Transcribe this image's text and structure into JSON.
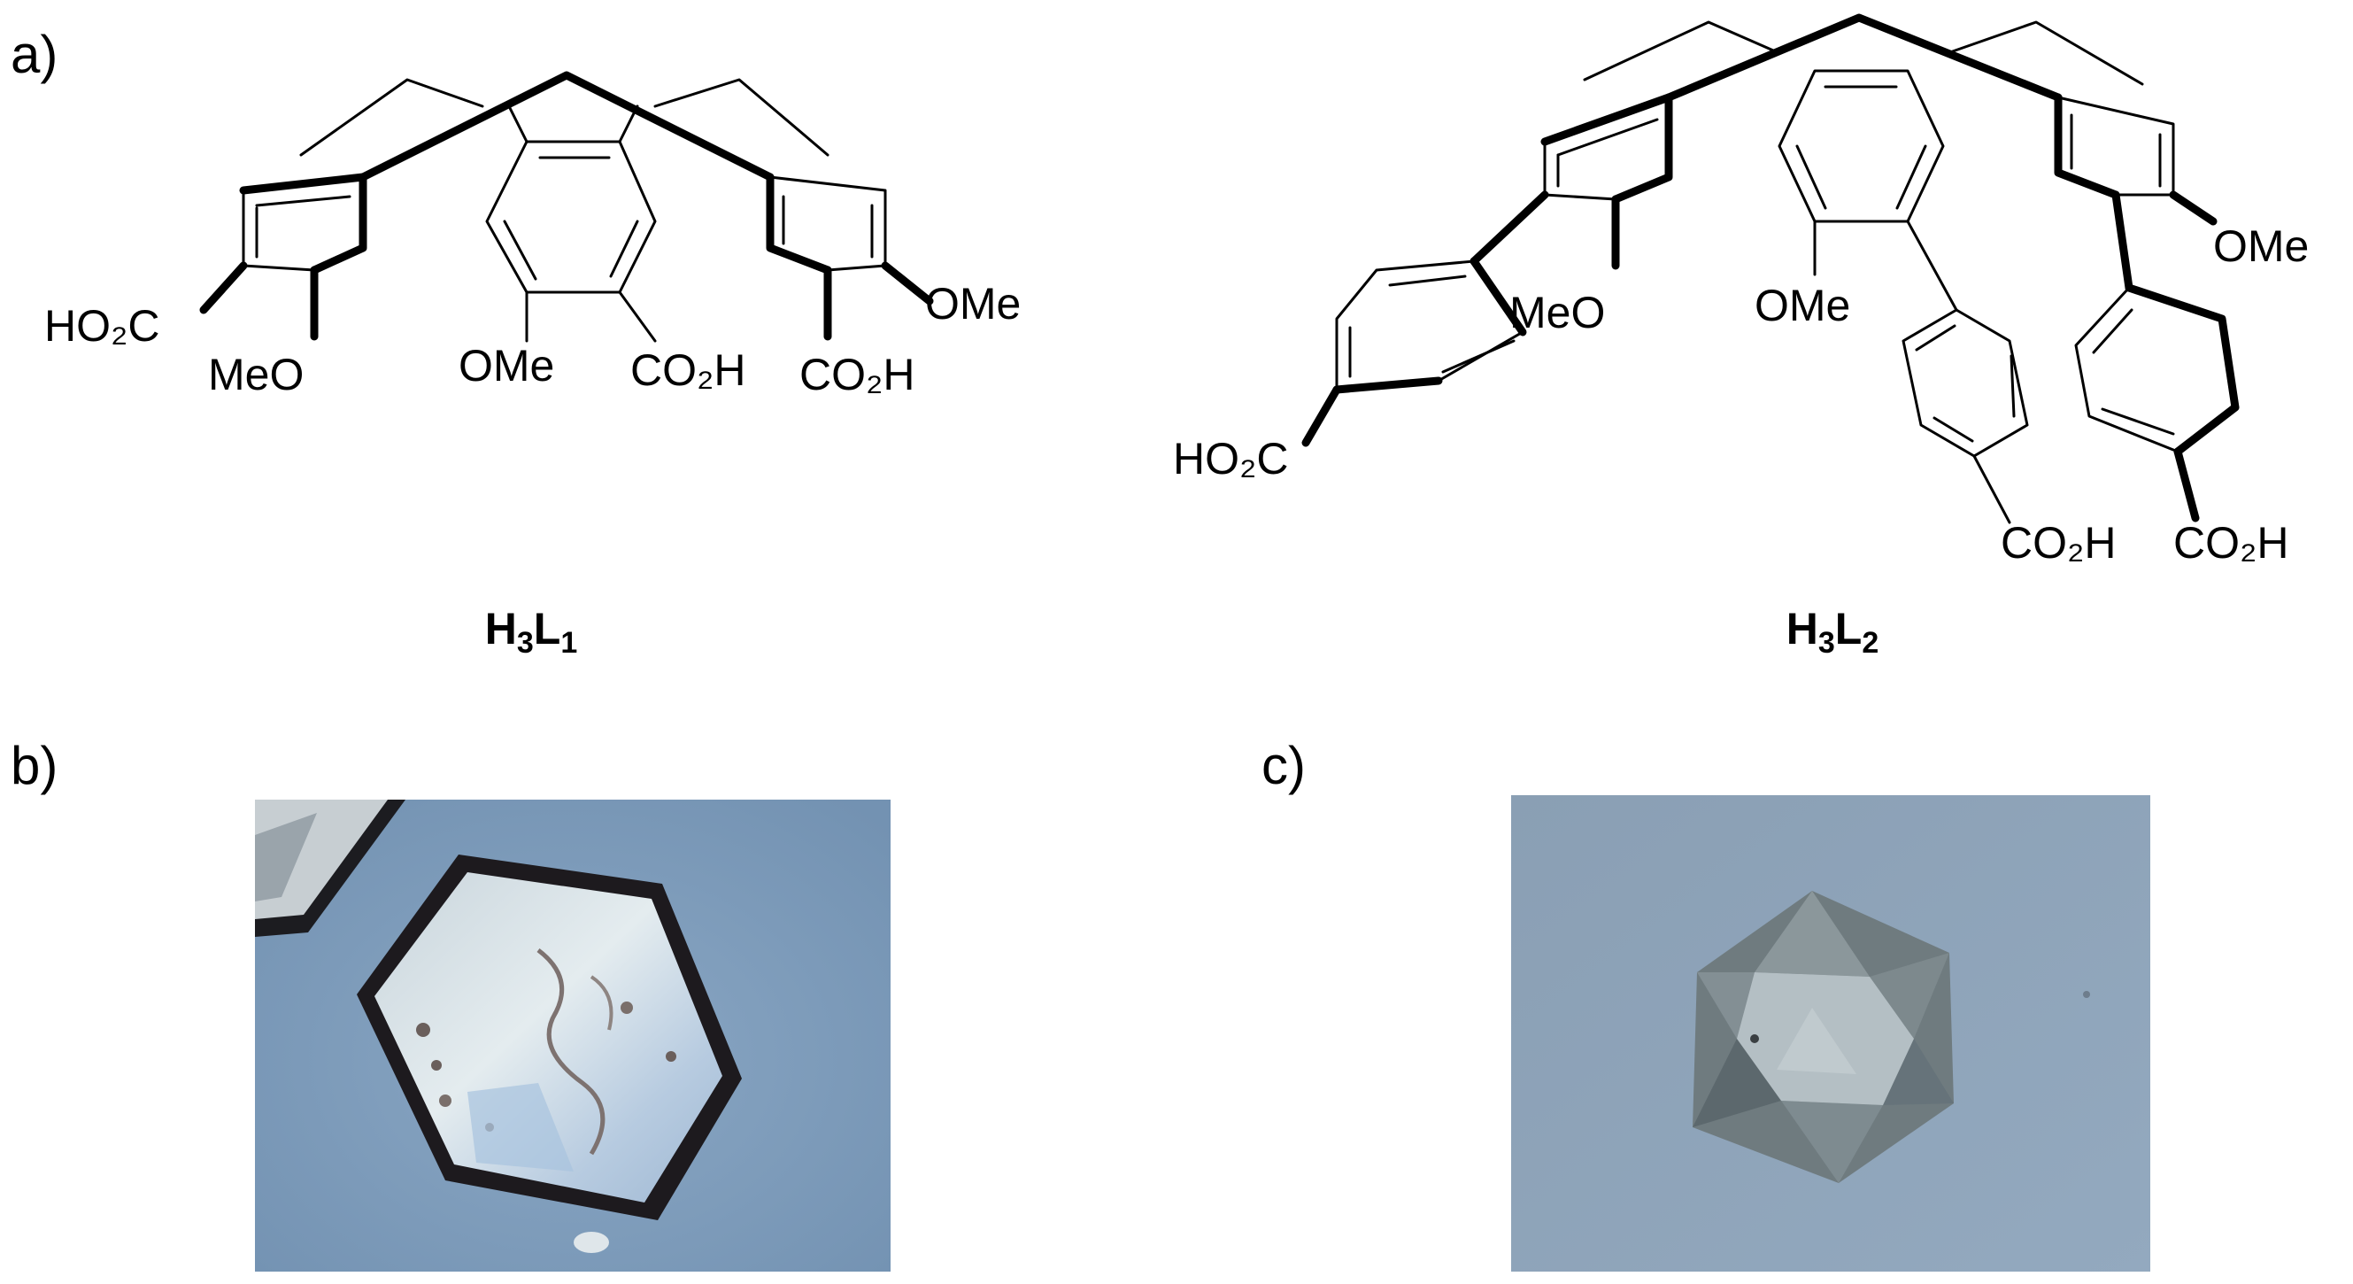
{
  "panels": {
    "a": "a)",
    "b": "b)",
    "c": "c)"
  },
  "compounds": {
    "first": {
      "base": "H",
      "n1": "3",
      "mid": "L",
      "n2": "1"
    },
    "second": {
      "base": "H",
      "n1": "3",
      "mid": "L",
      "n2": "2"
    }
  },
  "labels": {
    "ho2c": "HO₂C",
    "meo": "MeO",
    "ome": "OMe",
    "co2h": "CO₂H"
  },
  "colors": {
    "photo_background": "#7f9bb8",
    "photo_c_background": "#8ea3b8",
    "crystal_edge": "#1d1a1e"
  }
}
